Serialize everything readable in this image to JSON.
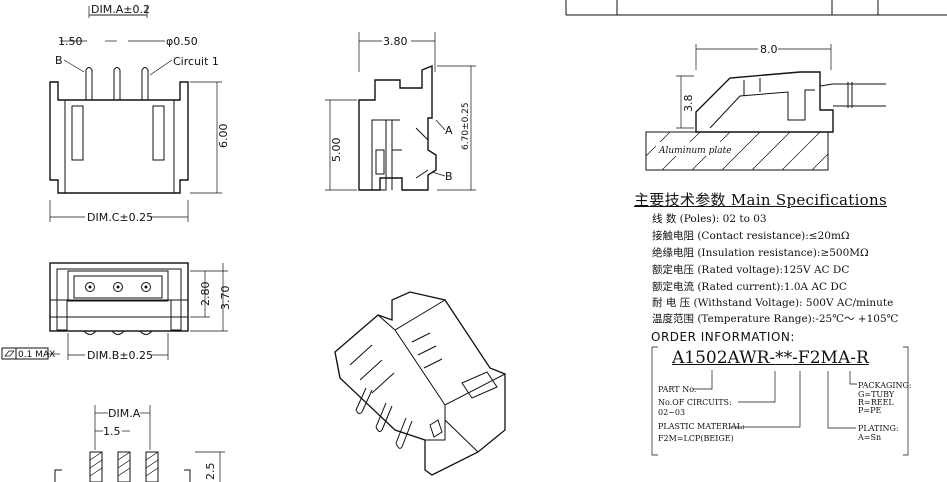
{
  "title_block": {
    "rows_visible": 1
  },
  "front_view": {
    "dim_a": "DIM.A±0.2",
    "pitch": "1.50",
    "pin_dia": "φ0.50",
    "label_b": "B",
    "circuit1": "Circuit 1",
    "height": "6.00",
    "dim_c": "DIM.C±0.25"
  },
  "side_view": {
    "depth": "3.80",
    "height": "5.00",
    "total_height": "6.70±0.25",
    "label_a": "A",
    "label_b": "B"
  },
  "mount_view": {
    "length": "8.0",
    "height": "3.8",
    "plate": "Aluminum plate"
  },
  "top_view": {
    "h1": "2.80",
    "h2": "3.70",
    "dim_b": "DIM.B±0.25",
    "flatness": "0.1 MAX"
  },
  "pcb_view": {
    "dim_a": "DIM.A",
    "pitch": "1.5",
    "spacing": "2.5"
  },
  "specs": {
    "title": "主要技术参数 Main Specifications",
    "rows": [
      "线    数 (Poles): 02 to 03",
      "接触电阻 (Contact resistance):≤20mΩ",
      "绝缘电阻 (Insulation resistance):≥500MΩ",
      "额定电压 (Rated voltage):125V AC DC",
      "额定电流 (Rated current):1.0A AC DC",
      "耐 电 压 (Withstand Voltage): 500V AC/minute",
      "温度范围 (Temperature Range):-25℃～ +105℃"
    ]
  },
  "order": {
    "heading": "ORDER INFORMATION:",
    "part_prefix": "A1502AWR-",
    "part_circuits": "**",
    "part_dash": "-",
    "part_material": "F2M",
    "part_plating": "A",
    "part_dash2": "-",
    "part_packaging": "R",
    "part_no_label": "PART No.",
    "circuits_label": "No.OF CIRCUITS:",
    "circuits_value": "02~03",
    "material_label": "PLASTIC MATERIAL:",
    "material_value": "F2M=LCP(BEIGE)",
    "packaging_label": "PACKAGING:",
    "packaging_values": [
      "G=TUBY",
      "R=REEL",
      "P=PE"
    ],
    "plating_label": "PLATING:",
    "plating_value": "A=Sn"
  }
}
